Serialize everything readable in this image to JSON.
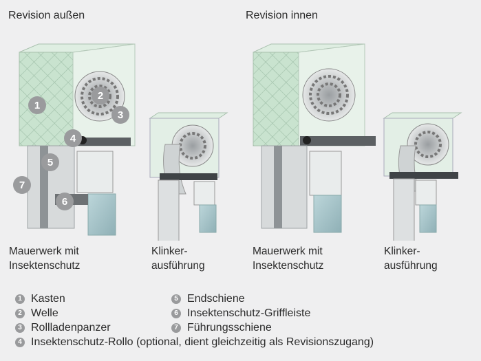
{
  "headings": {
    "outside": "Revision außen",
    "inside": "Revision innen"
  },
  "captions": [
    {
      "line1": "Mauerwerk mit",
      "line2": "Insektenschutz"
    },
    {
      "line1": "Klinker-",
      "line2": "ausführung"
    },
    {
      "line1": "Mauerwerk mit",
      "line2": "Insektenschutz"
    },
    {
      "line1": "Klinker-",
      "line2": "ausführung"
    }
  ],
  "markers": [
    "1",
    "2",
    "3",
    "4",
    "5",
    "6",
    "7"
  ],
  "legend": [
    {
      "num": "1",
      "label": "Kasten"
    },
    {
      "num": "2",
      "label": "Welle"
    },
    {
      "num": "3",
      "label": "Rollladenpanzer"
    },
    {
      "num": "4",
      "label": "Insektenschutz-Rollo (optional, dient gleichzeitig als Revisionszugang)"
    },
    {
      "num": "5",
      "label": "Endschiene"
    },
    {
      "num": "6",
      "label": "Insektenschutz-Griffleiste"
    },
    {
      "num": "7",
      "label": "Führungsschiene"
    }
  ],
  "colors": {
    "background": "#efeff0",
    "insulation": "#c9e3cf",
    "marker": "#9a9b9d",
    "glass": "#a9c7cc",
    "frame": "#e4e6e6"
  }
}
